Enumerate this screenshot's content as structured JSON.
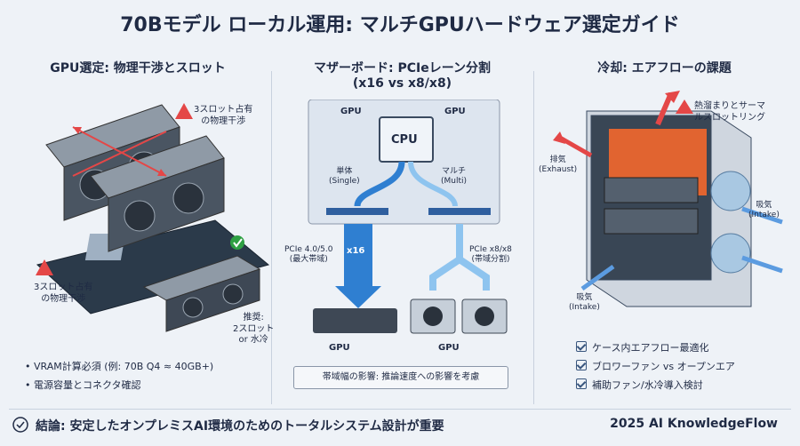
{
  "header": {
    "title": "70Bモデル ローカル運用: マルチGPUハードウェア選定ガイド"
  },
  "left": {
    "title": "GPU選定: 物理干渉とスロット",
    "warn1": "3スロット占有\nの物理干渉",
    "warn2": "3スロット占有\nの物理干渉",
    "rec": "推奨:\n2スロット\nor 水冷",
    "bullet1": "VRAM計算必須 (例: 70B Q4 ≈ 40GB+)",
    "bullet2": "電源容量とコネクタ確認"
  },
  "center": {
    "title_line1": "マザーボード: PCIeレーン分割",
    "title_line2": "(x16 vs x8/x8)",
    "gpu_label_left": "GPU",
    "gpu_label_right": "GPU",
    "cpu": "CPU",
    "single": "単体\n(Single)",
    "multi": "マルチ\n(Multi)",
    "pcie_left": "PCIe 4.0/5.0\n(最大帯域)",
    "x16": "x16",
    "pcie_right": "PCIe x8/x8\n(帯域分割)",
    "gpu_bottom_left": "GPU",
    "gpu_bottom_right": "GPU",
    "note": "帯域幅の影響: 推論速度への影響を考慮"
  },
  "right": {
    "title": "冷却: エアフローの課題",
    "warn": "熱溜まりとサーマ\nルスロットリング",
    "exhaust": "排気\n(Exhaust)",
    "intake_right": "吸気\n(Intake)",
    "intake_bottom": "吸気\n(Intake)",
    "bullet1": "ケース内エアフロー最適化",
    "bullet2": "ブロワーファン vs オープンエア",
    "bullet3": "補助ファン/水冷導入検討"
  },
  "footer": {
    "conclusion": "結論: 安定したオンプレミスAI環境のためのトータルシステム設計が重要",
    "brand": "2025 AI KnowledgeFlow"
  },
  "colors": {
    "accent_blue": "#2f7fd1",
    "warn_red": "#e44747",
    "ok_green": "#2ea043",
    "heat": "#ff6a2a"
  }
}
